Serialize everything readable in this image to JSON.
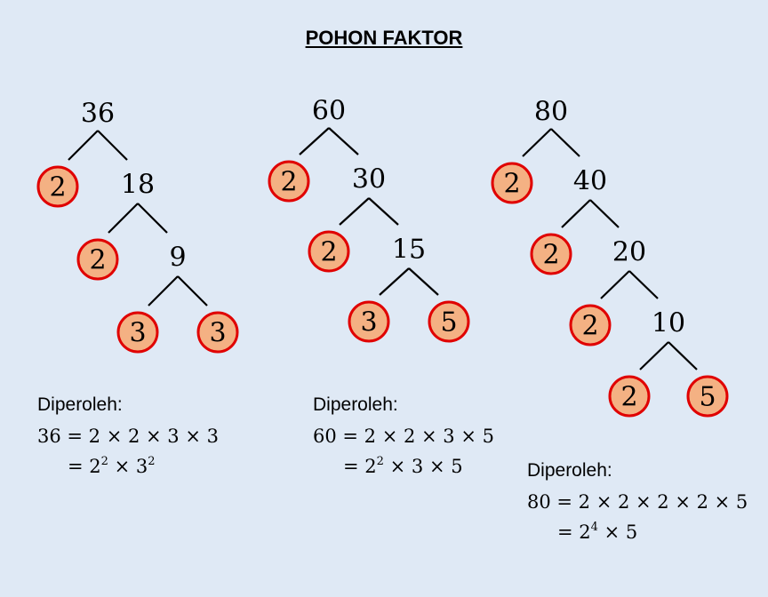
{
  "title": "POHON FAKTOR",
  "colors": {
    "background": "#dfe9f5",
    "prime_fill": "#f4b183",
    "prime_stroke": "#e00000",
    "line": "#000000"
  },
  "trees": [
    {
      "number": "36",
      "steps": [
        {
          "prime": "2",
          "composite": "18"
        },
        {
          "prime": "2",
          "composite": "9"
        }
      ],
      "leaves": [
        "3",
        "3"
      ],
      "result": {
        "label": "Diperoleh:",
        "line1": "36 = 2 × 2 × 3 × 3",
        "line2_prefix": "= ",
        "line2_terms": [
          {
            "base": "2",
            "exp": "2"
          },
          {
            "base": "3",
            "exp": "2"
          }
        ]
      }
    },
    {
      "number": "60",
      "steps": [
        {
          "prime": "2",
          "composite": "30"
        },
        {
          "prime": "2",
          "composite": "15"
        }
      ],
      "leaves": [
        "3",
        "5"
      ],
      "result": {
        "label": "Diperoleh:",
        "line1": "60 = 2 × 2 × 3 × 5",
        "line2_prefix": "= ",
        "line2_terms": [
          {
            "base": "2",
            "exp": "2"
          },
          {
            "base": "3",
            "exp": ""
          },
          {
            "base": "5",
            "exp": ""
          }
        ]
      }
    },
    {
      "number": "80",
      "steps": [
        {
          "prime": "2",
          "composite": "40"
        },
        {
          "prime": "2",
          "composite": "20"
        },
        {
          "prime": "2",
          "composite": "10"
        }
      ],
      "leaves": [
        "2",
        "5"
      ],
      "result": {
        "label": "Diperoleh:",
        "line1": "80 = 2 × 2 × 2 × 2 × 5",
        "line2_prefix": "= ",
        "line2_terms": [
          {
            "base": "2",
            "exp": "4"
          },
          {
            "base": "5",
            "exp": ""
          }
        ]
      }
    }
  ]
}
